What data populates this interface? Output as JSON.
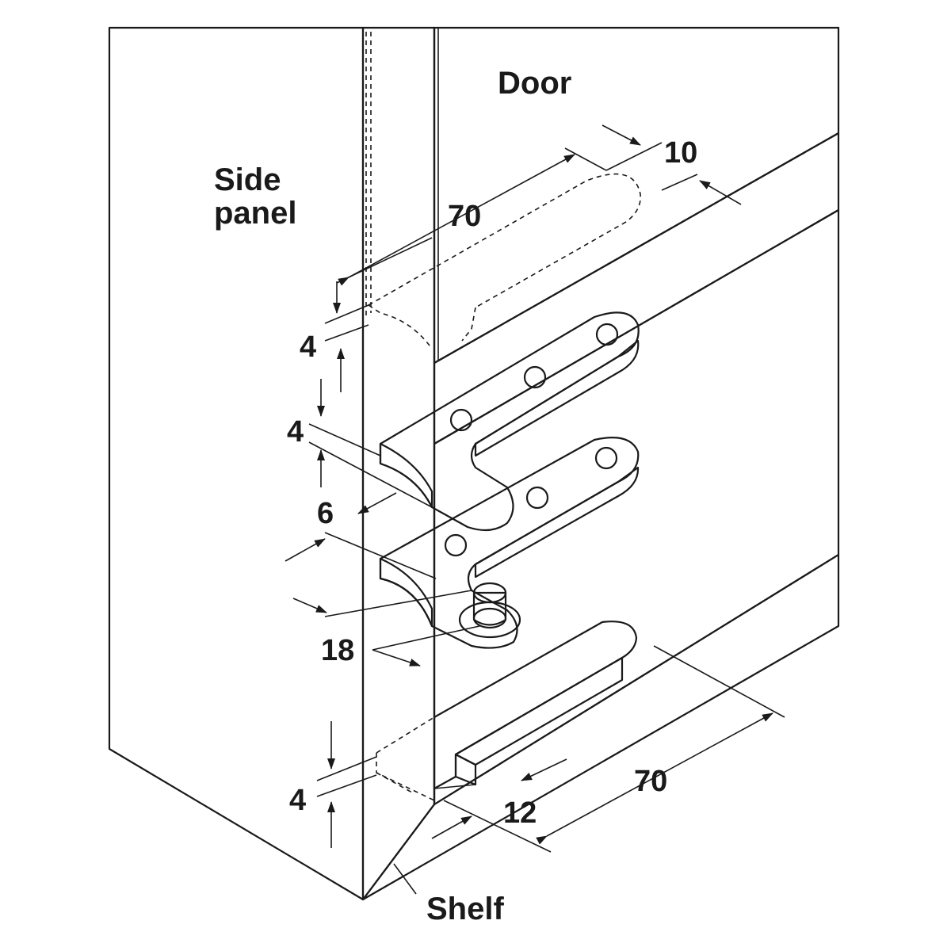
{
  "labels": {
    "door": "Door",
    "side_panel_line1": "Side",
    "side_panel_line2": "panel",
    "shelf": "Shelf"
  },
  "dimensions": {
    "door_mortise_length": "70",
    "door_mortise_width": "10",
    "door_recess_depth": "4",
    "upper_plate_thickness": "4",
    "pivot_offset": "6",
    "pivot_spacing": "18",
    "shelf_recess_depth": "4",
    "shelf_mortise_width": "12",
    "shelf_mortise_length": "70"
  },
  "colors": {
    "panel": "#cfcfcf",
    "panel_dark": "#bdbdbd",
    "hinge_light": "#eeeeee",
    "hinge_mid": "#d9d9d9",
    "hinge_dark": "#bdbdbd",
    "ink": "#1a1a1a"
  }
}
